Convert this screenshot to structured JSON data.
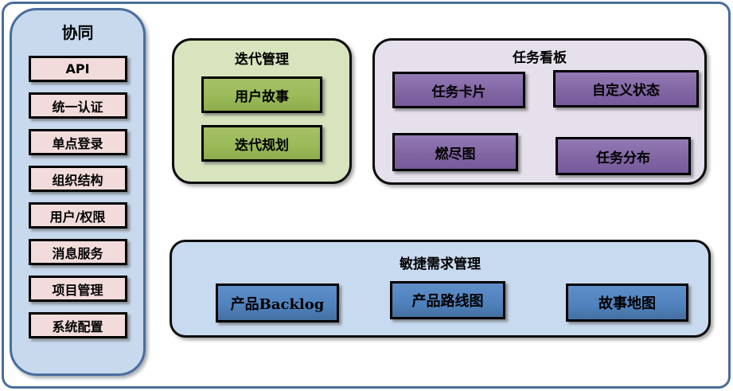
{
  "sidebar": {
    "title": "协同",
    "items": [
      "API",
      "统一认证",
      "单点登录",
      "组织结构",
      "用户/权限",
      "消息服务",
      "项目管理",
      "系统配置"
    ]
  },
  "groups": {
    "iteration": {
      "title": "迭代管理",
      "items": [
        "用户故事",
        "迭代规划"
      ]
    },
    "kanban": {
      "title": "任务看板",
      "items": [
        "任务卡片",
        "自定义状态",
        "燃尽图",
        "任务分布"
      ]
    },
    "agile": {
      "title": "敏捷需求管理",
      "items": [
        "产品Backlog",
        "产品路线图",
        "故事地图"
      ]
    }
  },
  "colors": {
    "frame_border": "#4a6d9c",
    "sidebar_fill": "#c8d9ee",
    "pink_chip": "#f2dcdb",
    "green_fill": "#d7e4bd",
    "green_chip": "#9bbb59",
    "lavender_fill": "#e6e0ec",
    "purple_chip": "#8064a2",
    "bottomblue_fill": "#c8daf0",
    "blue_chip": "#4f81bd",
    "chip_border": "#000000",
    "text": "#000000"
  }
}
